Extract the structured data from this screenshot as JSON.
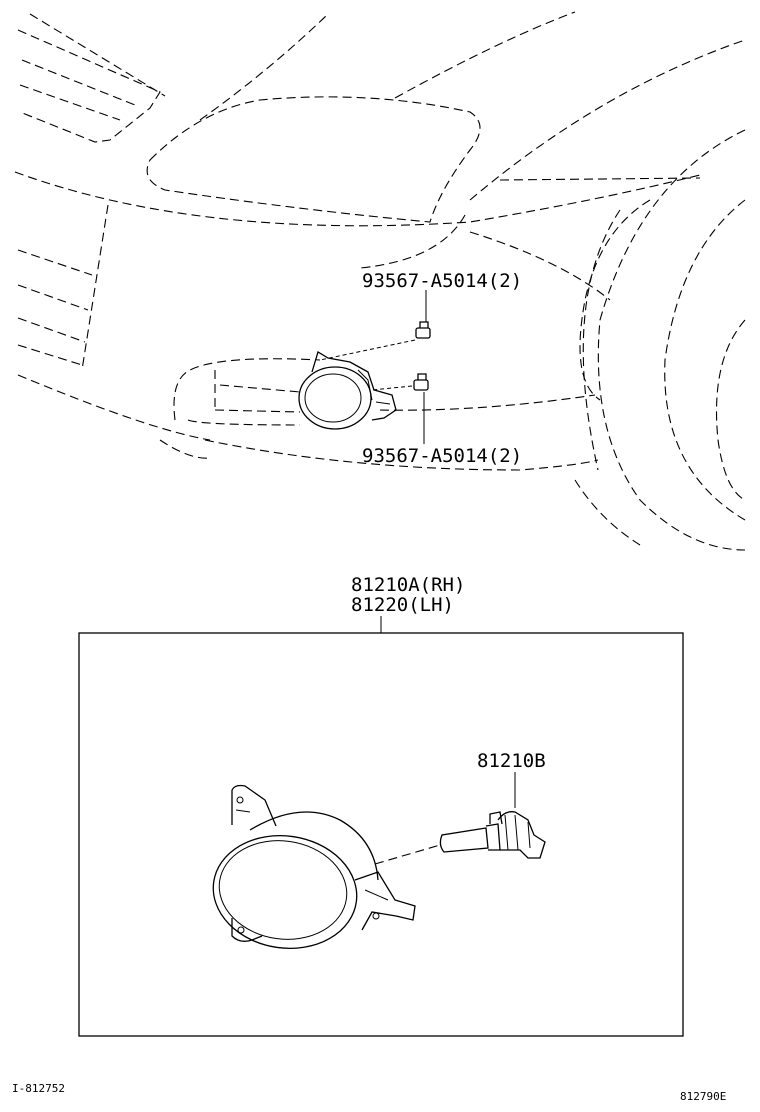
{
  "callouts": {
    "bolt_upper": "93567-A5014(2)",
    "bolt_lower": "93567-A5014(2)",
    "assembly_rh": "81210A(RH)",
    "assembly_lh": "81220(LH)",
    "bulb": "81210B"
  },
  "footer": {
    "left_code": "I-812752",
    "right_code": "812790E"
  }
}
